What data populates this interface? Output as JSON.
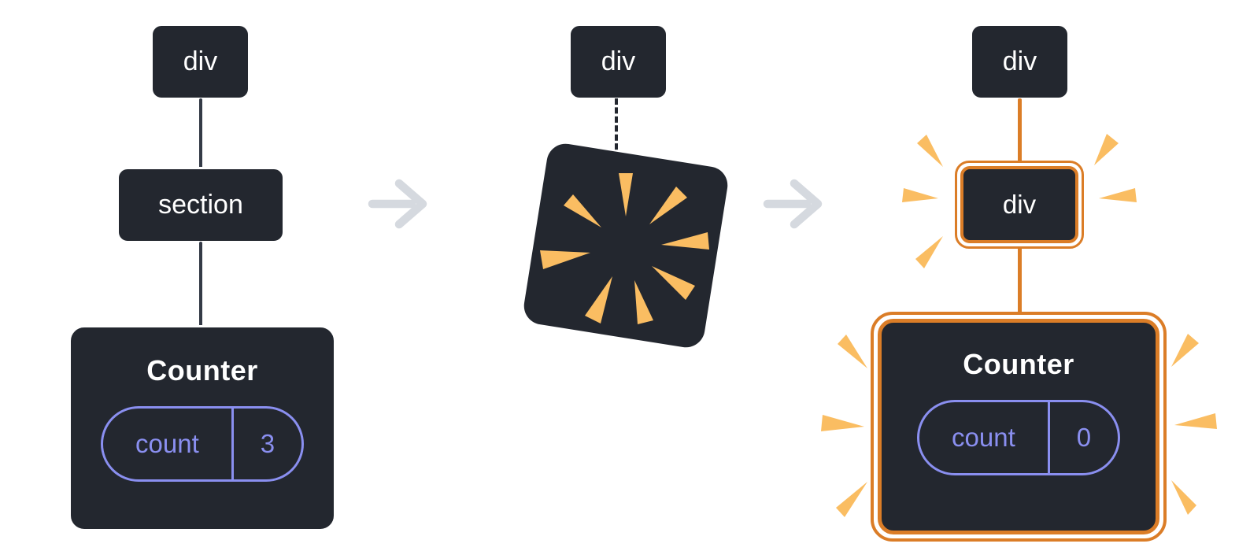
{
  "colors": {
    "node_bg": "#23272F",
    "node_border": "#FFFFFF",
    "node_text": "#FFFFFF",
    "state_accent": "#8A8FF0",
    "highlight": "#DB7D27",
    "spark": "#FABD62",
    "connector": "#343A46",
    "connector_removed": "#23272F",
    "arrow": "#D5D9DF"
  },
  "before": {
    "root_label": "div",
    "child_label": "section",
    "counter_title": "Counter",
    "state_key": "count",
    "state_value": "3"
  },
  "during": {
    "root_label": "div"
  },
  "after": {
    "root_label": "div",
    "child_label": "div",
    "counter_title": "Counter",
    "state_key": "count",
    "state_value": "0"
  }
}
